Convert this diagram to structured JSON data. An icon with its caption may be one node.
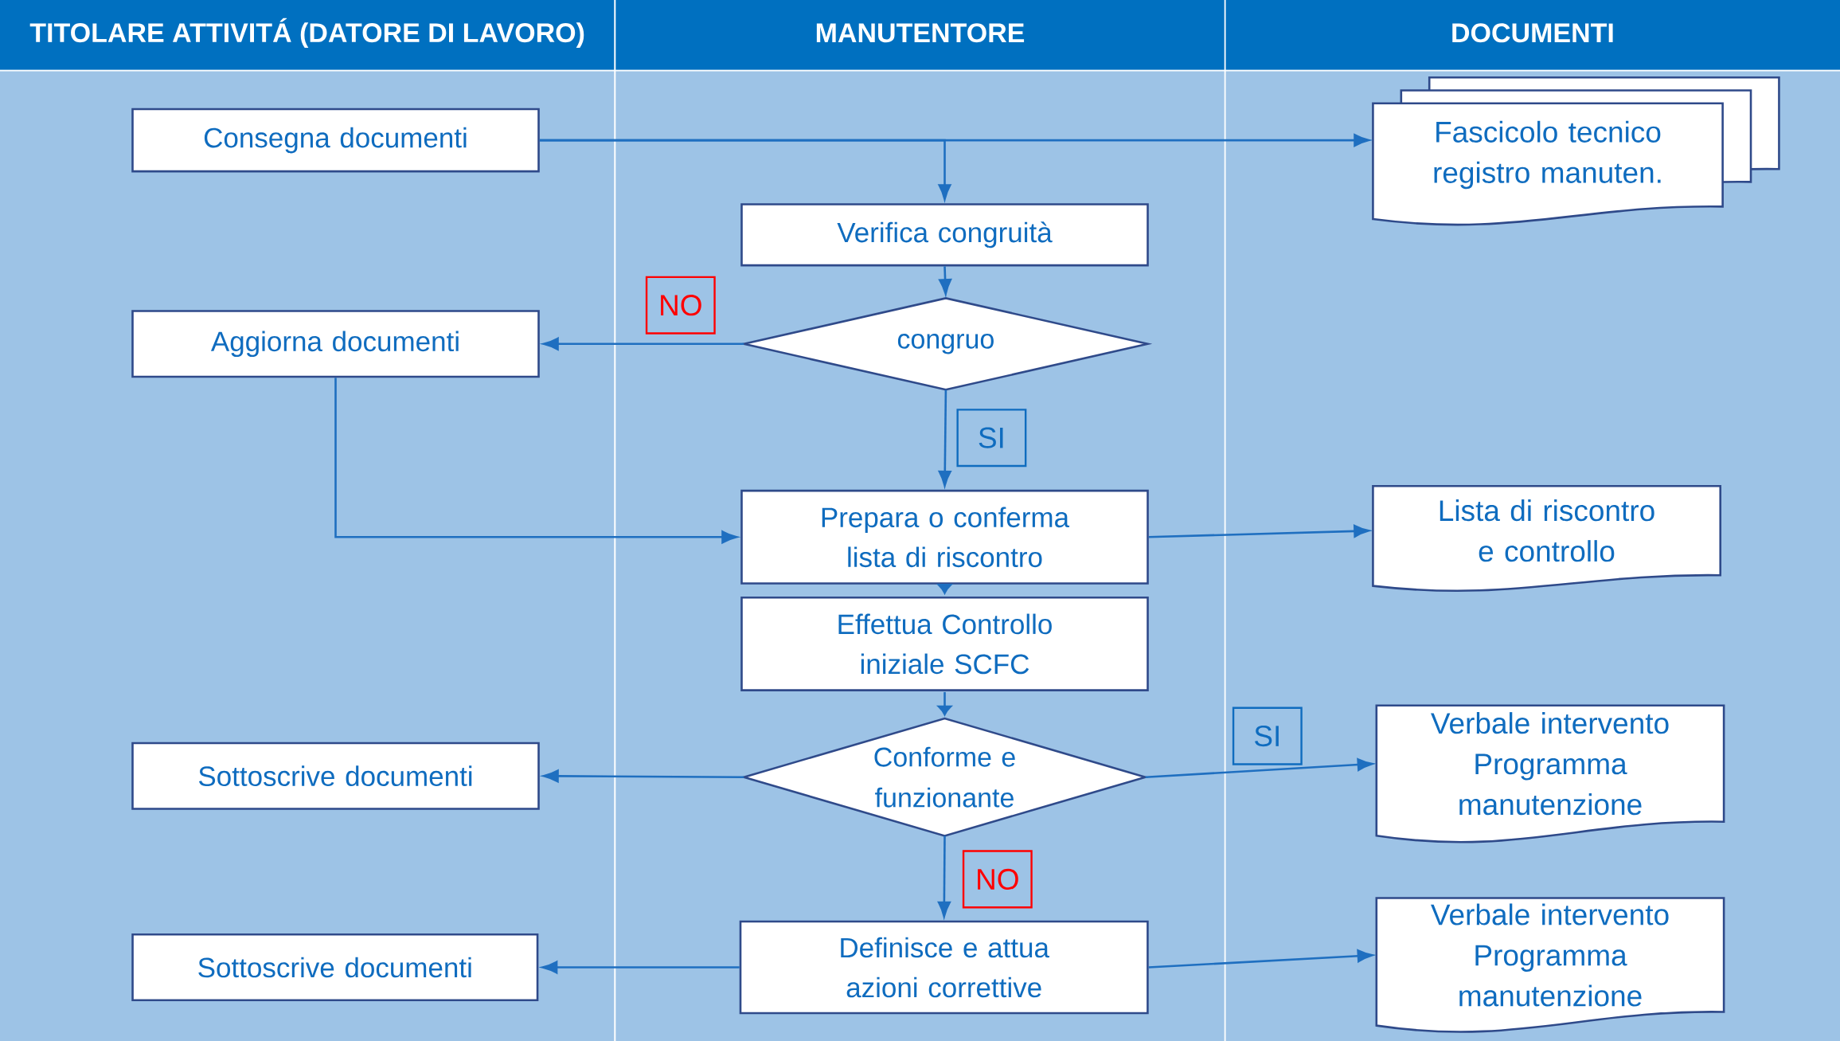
{
  "diagram": {
    "nodes": [
      {
        "text": [
          "TITOLARE ATTIVITÁ (DATORE DI LAVORO)"
        ]
      },
      {
        "text": [
          "MANUTENTORE"
        ]
      },
      {
        "text": [
          "DOCUMENTI"
        ]
      },
      {
        "text": [
          "Consegna documenti"
        ],
        "in": 0
      },
      {
        "text": [
          "Fascicolo tecnico registro manuten."
        ],
        "in": 2
      },
      {
        "text": [
          "Verifica congruità"
        ],
        "in": 1
      },
      {
        "text": [
          "Aggiorna documenti"
        ],
        "in": 0
      },
      {
        "text": [
          "congruo"
        ],
        "in": 1
      },
      {
        "text": [
          "Prepara o conferma lista di riscontro"
        ],
        "in": 1
      },
      {
        "text": [
          "Lista di riscontro e controllo"
        ],
        "in": 2
      },
      {
        "text": [
          "Effettua Controllo iniziale SCFC"
        ],
        "in": 1
      },
      {
        "text": [
          "Sottoscrive documenti"
        ],
        "in": 0
      },
      {
        "text": [
          "Conforme e funzionante"
        ],
        "in": 1
      },
      {
        "text": [
          "Verbale intervento Programma manutenzione"
        ],
        "in": 2
      },
      {
        "text": [
          "Sottoscrive documenti"
        ],
        "in": 0
      },
      {
        "text": [
          "Definisce e attua azioni correttive"
        ],
        "in": 1
      },
      {
        "text": [
          "Verbale intervento Programma manutenzione"
        ],
        "in": 2
      }
    ],
    "edges": [
      {
        "from": 3,
        "to": 4,
        "arrow": "to"
      },
      {
        "from": 3,
        "to": 5,
        "arrow": "to"
      },
      {
        "from": 5,
        "to": 7,
        "arrow": "to"
      },
      {
        "from": 7,
        "to": 6,
        "arrow": "to",
        "label": "NO"
      },
      {
        "from": 7,
        "to": 8,
        "arrow": "to",
        "label": "SI"
      },
      {
        "from": 6,
        "to": 8,
        "arrow": "to"
      },
      {
        "from": 8,
        "to": 9,
        "arrow": "to"
      },
      {
        "from": 8,
        "to": 10,
        "arrow": "to"
      },
      {
        "from": 10,
        "to": 12,
        "arrow": "to"
      },
      {
        "from": 12,
        "to": 11,
        "arrow": "to"
      },
      {
        "from": 12,
        "to": 13,
        "arrow": "to",
        "label": "SI"
      },
      {
        "from": 12,
        "to": 15,
        "arrow": "to",
        "label": "NO"
      },
      {
        "from": 15,
        "to": 14,
        "arrow": "to"
      },
      {
        "from": 15,
        "to": 16,
        "arrow": "to"
      }
    ]
  }
}
